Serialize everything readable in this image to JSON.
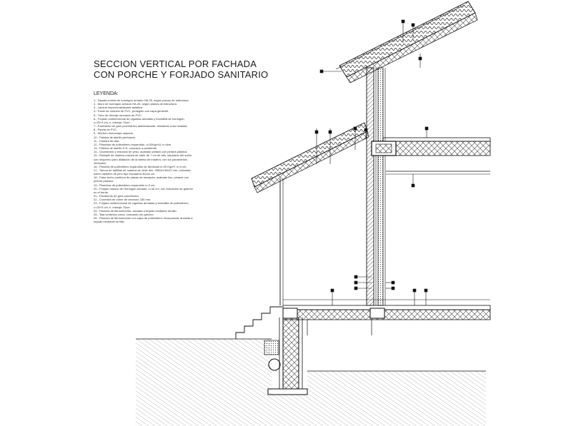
{
  "title": {
    "line1": "SECCION VERTICAL POR FACHADA",
    "line2": "CON PORCHE Y FORJADO SANITARIO"
  },
  "legend": {
    "heading": "LEYENDA:",
    "items": [
      "1.- Zapata corrida de hormigón armado HA-25, según planos de estructura.",
      "2.- Muro de hormigón armado HA-25, según planos de estructura.",
      "3.- Lámina impermeabilizante asfáltica.",
      "4.- Panel de nódulos de PVC, protegido con capa geotextil.",
      "5.- Tubo de drenaje ranurado de PVC.",
      "6.- Forjado unidireccional de viguetas armadas y bovedilla de hormigón,",
      "c=25+5 cm, e. intereje 70cm.",
      "7.- Pavimento de gres porcelánico antideslizante, resistente a las heladas.",
      "8.- Pipeta de PVC.",
      "9.- Mortero monocapa raspado.",
      "10.- Fábrica de ladrillo perforado.",
      "11.- Cámara de aire.",
      "12.- Planchas de poliestireno expandido, d=20Kg/m3, e=4cm.",
      "13.- Fábrica de ladrillo H.D. colocado a panderete.",
      "14.- Guarnecido y enlucido de yeso, acabado pintado con pintura plástica.",
      "15.- Rodapié de madera maciza de roble de 7 cm de alto, separado del suelo",
      "con neopreno para dilatación de la tarima de madera, con los paramentos",
      "verticales.",
      "16.- Plancha de poliestireno expandido de densidad d=25 Kg/m³, e=4 cm.",
      "17.- Tarima de tablillas de madera de roble dim. 2500x130x22 mm, colocada",
      "sobre rastreles de pino tipo escuadría 30x40 cm.",
      "18.- Falso techo continuo de placas de escayola, acabado liso, pintado con",
      "pintura plástica.",
      "19.- Planchas de poliestireno expandido e=3 cm.",
      "20.- Forjado macizo de Hormigón Armado, c=18 cm, con formación de goterón",
      "en el borde.",
      "21.- Pavimento de gres porcelánico.",
      "22.- Conexión de cobre de desnudo 150 mm.",
      "23.- Forjado unidireccional de viguetas armadas y bovedilla de poliestireno,",
      "c=25+5 cm, e. interaje 70cm.",
      "24.- Plancha de fibrocemento, anclada a forjado mediante tornillo.",
      "25.- Teja cerámica curva, colocada con gancho.",
      "26.- Plancha de fibrocemento con capa de poliestireno incorporada, anclada a",
      "forjado mediante tornillo."
    ]
  },
  "colors": {
    "line": "#111111",
    "hatch": "#555555",
    "ground": "#8a8a8a",
    "background": "#ffffff"
  }
}
